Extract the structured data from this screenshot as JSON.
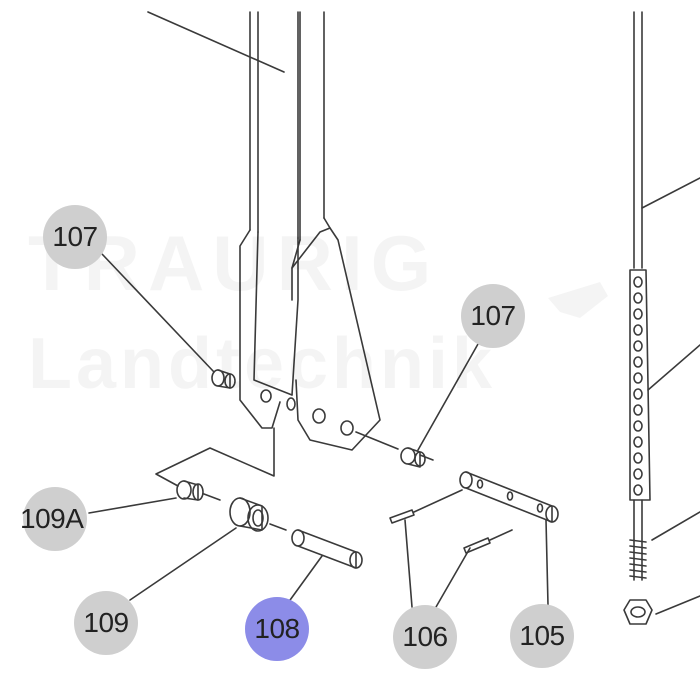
{
  "watermark": {
    "line1": "TRAURIG",
    "line2": "Landtechnik"
  },
  "callouts": {
    "c107a": "107",
    "c107b": "107",
    "c109a": "109A",
    "c109": "109",
    "c108": "108",
    "c106": "106",
    "c105": "105"
  },
  "colors": {
    "callout_fill": "#cfcfcf",
    "callout_highlight": "#8c8ce8",
    "line": "#3a3a3a"
  }
}
